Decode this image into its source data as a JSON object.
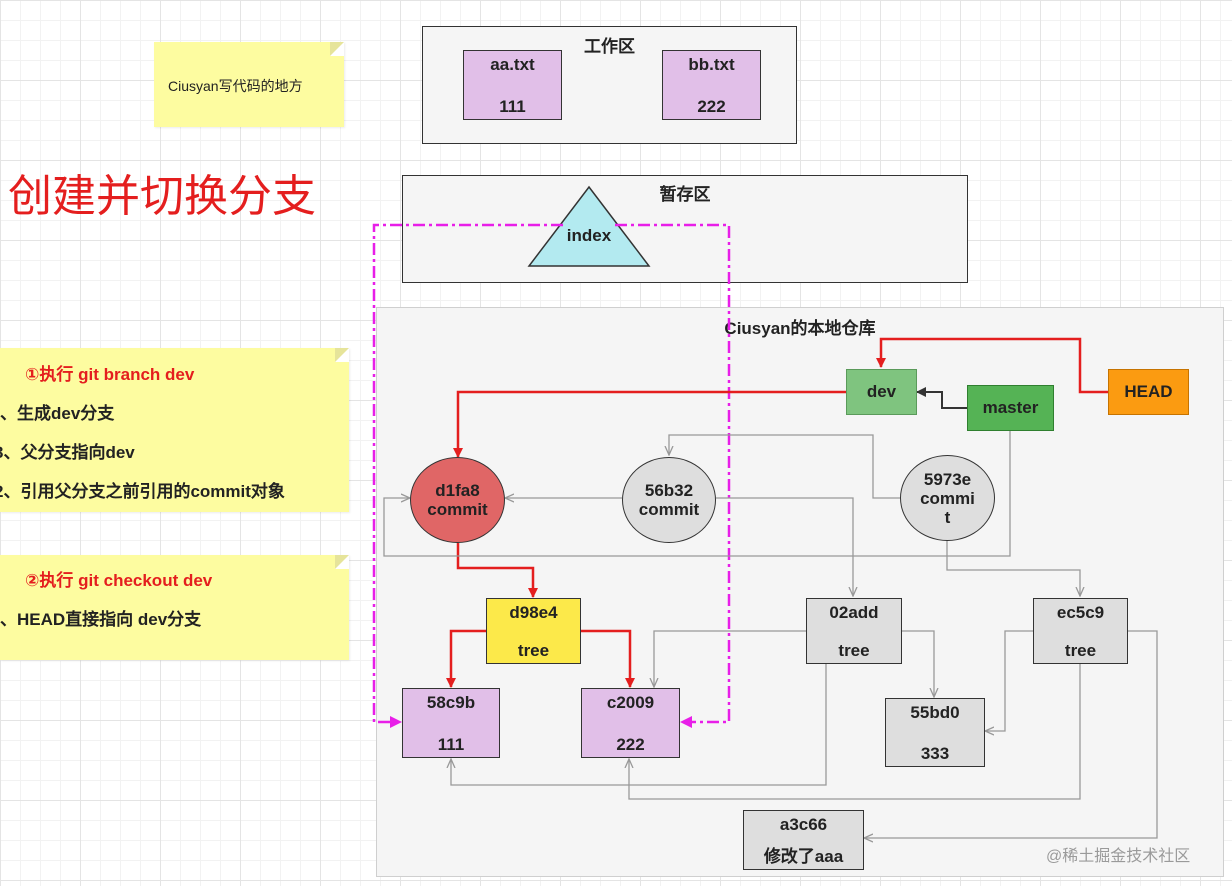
{
  "title": "创建并切换分支",
  "note_top": "Ciusyan写代码的地方",
  "workspace": {
    "title": "工作区",
    "files": [
      {
        "name": "aa.txt",
        "content": "111"
      },
      {
        "name": "bb.txt",
        "content": "222"
      }
    ]
  },
  "staging": {
    "title": "暂存区",
    "index_label": "index"
  },
  "repo": {
    "title": "Ciusyan的本地仓库",
    "refs": {
      "dev": "dev",
      "master": "master",
      "head": "HEAD"
    },
    "commits": [
      {
        "id": "d1fa8",
        "type": "commit"
      },
      {
        "id": "56b32",
        "type": "commit"
      },
      {
        "id": "5973e",
        "type_lines": [
          "commi",
          "t"
        ]
      }
    ],
    "trees": [
      {
        "id": "d98e4",
        "type": "tree"
      },
      {
        "id": "02add",
        "type": "tree"
      },
      {
        "id": "ec5c9",
        "type": "tree"
      }
    ],
    "blobs": [
      {
        "id": "58c9b",
        "content": "111"
      },
      {
        "id": "c2009",
        "content": "222"
      },
      {
        "id": "55bd0",
        "content": "333"
      },
      {
        "id": "a3c66",
        "content": "修改了aaa"
      }
    ]
  },
  "step1": {
    "heading": "①执行 git branch dev",
    "lines": [
      "、生成dev分支",
      "3、父分支指向dev",
      "2、引用父分支之前引用的commit对象"
    ]
  },
  "step2": {
    "heading": "②执行 git checkout dev",
    "lines": [
      "、HEAD直接指向 dev分支"
    ]
  },
  "watermark": "@稀土掘金技术社区",
  "colors": {
    "red": "#e41e1e",
    "magenta": "#e81ee8",
    "gray_arrow": "#999999"
  }
}
